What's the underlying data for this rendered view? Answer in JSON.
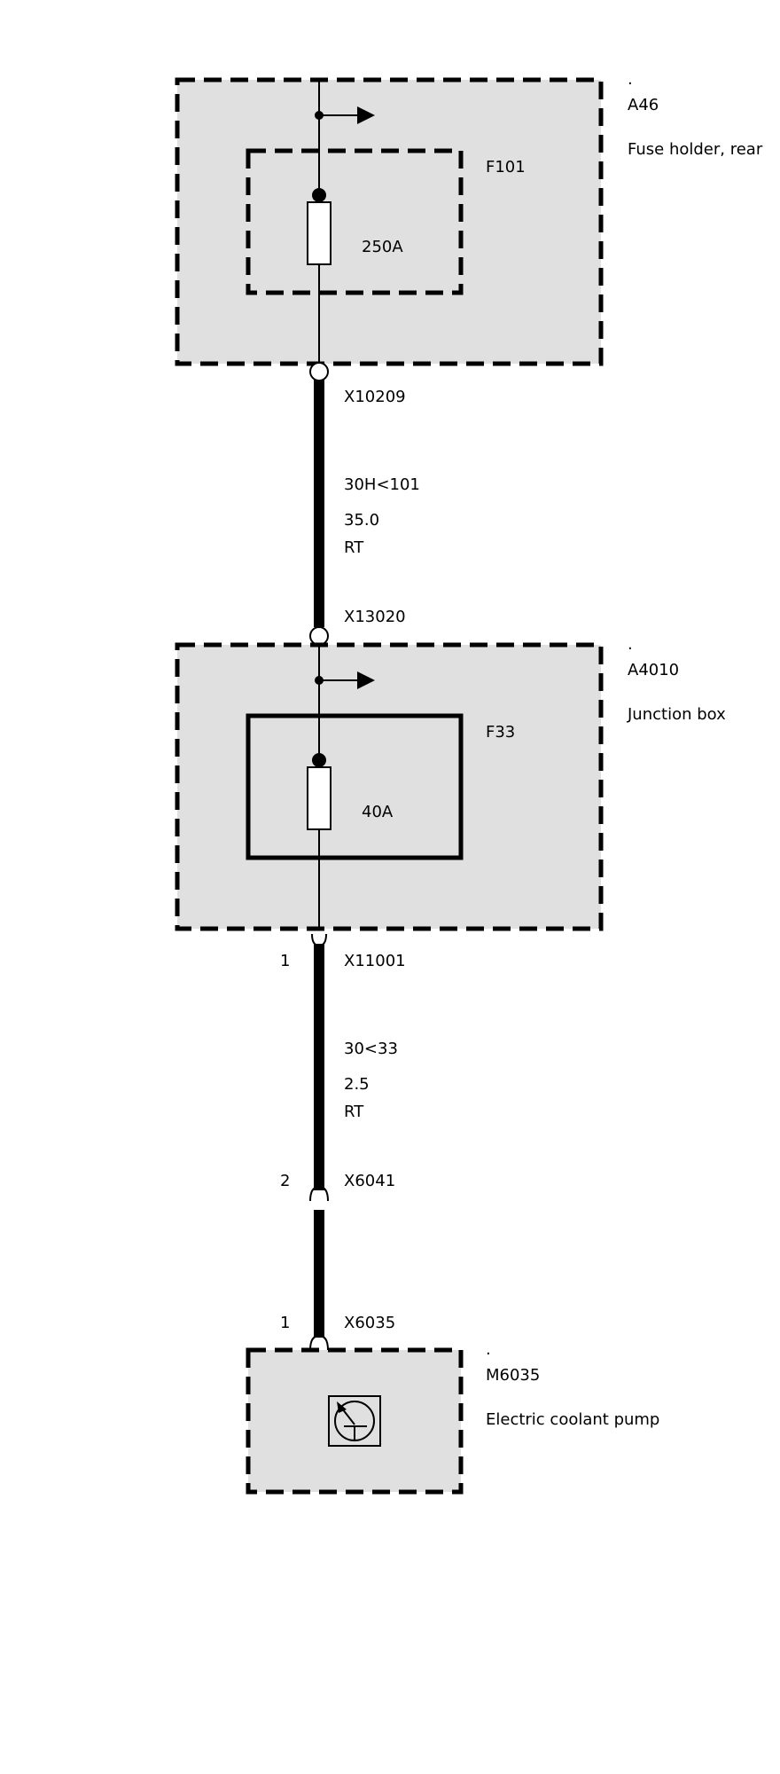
{
  "components": {
    "a46": {
      "dot": ".",
      "id": "A46",
      "name": "Fuse holder, rear"
    },
    "f101": {
      "id": "F101",
      "rating": "250A"
    },
    "a4010": {
      "dot": ".",
      "id": "A4010",
      "name": "Junction box"
    },
    "f33": {
      "id": "F33",
      "rating": "40A"
    },
    "m6035": {
      "dot": ".",
      "id": "M6035",
      "name": "Electric coolant pump"
    }
  },
  "connectors": {
    "x10209": "X10209",
    "x13020": "X13020",
    "x11001": {
      "id": "X11001",
      "pin": "1"
    },
    "x6041": {
      "id": "X6041",
      "pin": "2"
    },
    "x6035": {
      "id": "X6035",
      "pin": "1"
    }
  },
  "wires": {
    "w1": {
      "signal": "30H<101",
      "size": "35.0",
      "color": "RT"
    },
    "w2": {
      "signal": "30<33",
      "size": "2.5",
      "color": "RT"
    }
  }
}
